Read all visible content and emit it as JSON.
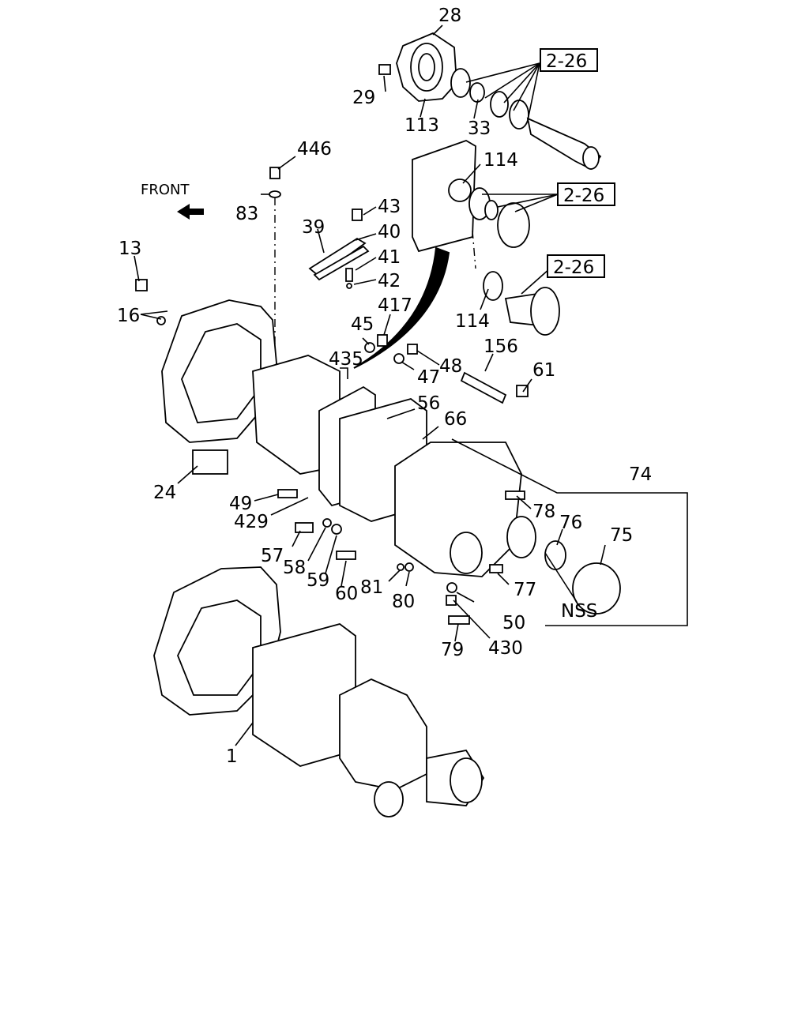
{
  "diagram": {
    "front_label": "FRONT",
    "callouts": [
      {
        "id": "28",
        "text": "28"
      },
      {
        "id": "29",
        "text": "29"
      },
      {
        "id": "113",
        "text": "113"
      },
      {
        "id": "33",
        "text": "33"
      },
      {
        "id": "ref-2-26-a",
        "text": "2-26"
      },
      {
        "id": "114-a",
        "text": "114"
      },
      {
        "id": "ref-2-26-b",
        "text": "2-26"
      },
      {
        "id": "446",
        "text": "446"
      },
      {
        "id": "83",
        "text": "83"
      },
      {
        "id": "43",
        "text": "43"
      },
      {
        "id": "39",
        "text": "39"
      },
      {
        "id": "40",
        "text": "40"
      },
      {
        "id": "41",
        "text": "41"
      },
      {
        "id": "42",
        "text": "42"
      },
      {
        "id": "ref-2-26-c",
        "text": "2-26"
      },
      {
        "id": "13",
        "text": "13"
      },
      {
        "id": "16",
        "text": "16"
      },
      {
        "id": "114-b",
        "text": "114"
      },
      {
        "id": "417",
        "text": "417"
      },
      {
        "id": "45",
        "text": "45"
      },
      {
        "id": "156",
        "text": "156"
      },
      {
        "id": "435",
        "text": "435"
      },
      {
        "id": "48",
        "text": "48"
      },
      {
        "id": "47",
        "text": "47"
      },
      {
        "id": "61",
        "text": "61"
      },
      {
        "id": "56",
        "text": "56"
      },
      {
        "id": "66",
        "text": "66"
      },
      {
        "id": "74",
        "text": "74"
      },
      {
        "id": "24",
        "text": "24"
      },
      {
        "id": "49",
        "text": "49"
      },
      {
        "id": "78",
        "text": "78"
      },
      {
        "id": "76",
        "text": "76"
      },
      {
        "id": "75",
        "text": "75"
      },
      {
        "id": "429",
        "text": "429"
      },
      {
        "id": "57",
        "text": "57"
      },
      {
        "id": "58",
        "text": "58"
      },
      {
        "id": "59",
        "text": "59"
      },
      {
        "id": "60",
        "text": "60"
      },
      {
        "id": "81",
        "text": "81"
      },
      {
        "id": "80",
        "text": "80"
      },
      {
        "id": "77",
        "text": "77"
      },
      {
        "id": "50",
        "text": "50"
      },
      {
        "id": "nss",
        "text": "NSS"
      },
      {
        "id": "79",
        "text": "79"
      },
      {
        "id": "430",
        "text": "430"
      },
      {
        "id": "1",
        "text": "1"
      }
    ]
  }
}
